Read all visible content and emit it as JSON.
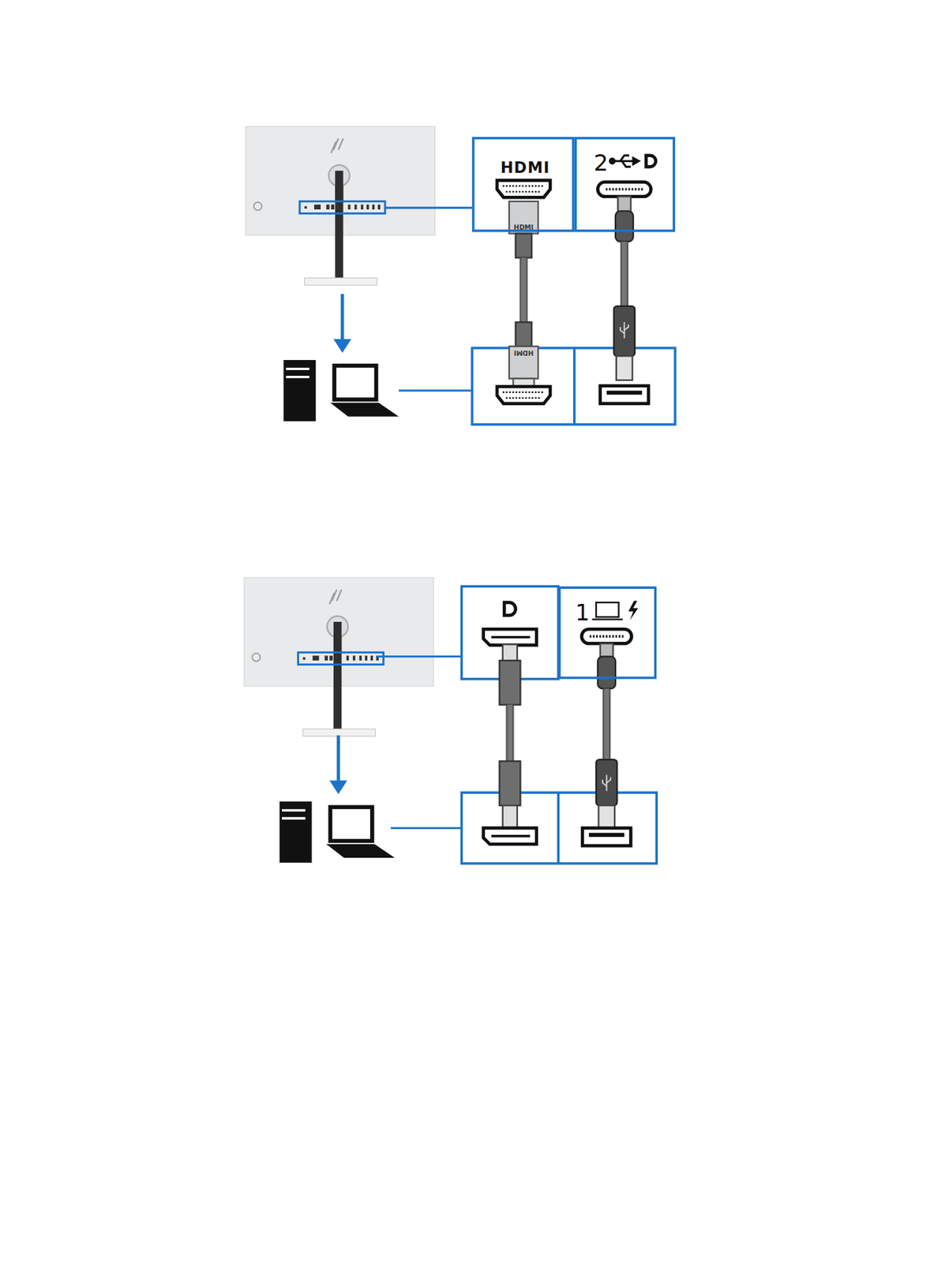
{
  "diagram": {
    "nodes": [
      {
        "text": [
          "HDMI"
        ]
      },
      {
        "text": [
          "2"
        ]
      },
      {
        "text": [
          "1"
        ]
      }
    ],
    "labels": [
      "HDMI",
      "HDMI"
    ]
  }
}
